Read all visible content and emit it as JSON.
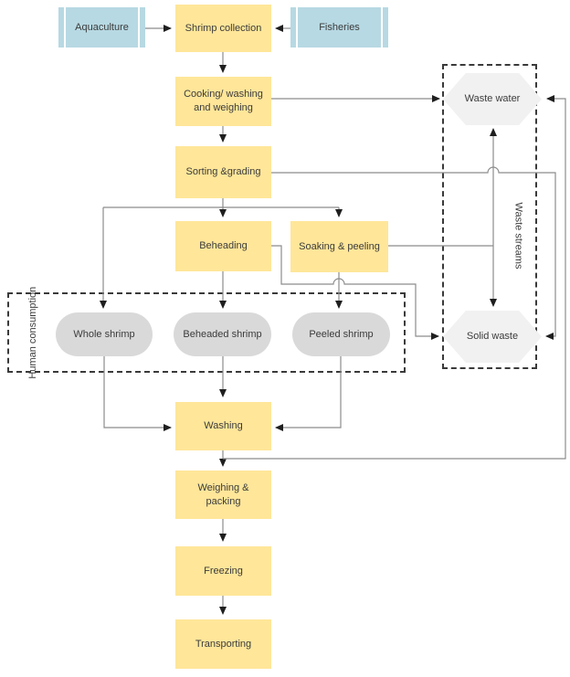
{
  "nodes": {
    "aquaculture": "Aquaculture",
    "fisheries": "Fisheries",
    "shrimp_collection": "Shrimp collection",
    "cooking": "Cooking/ washing and weighing",
    "sorting": "Sorting &grading",
    "beheading": "Beheading",
    "soaking": "Soaking & peeling",
    "whole_shrimp": "Whole shrimp",
    "beheaded_shrimp": "Beheaded shrimp",
    "peeled_shrimp": "Peeled shrimp",
    "waste_water": "Waste water",
    "solid_waste": "Solid waste",
    "washing": "Washing",
    "weighing": "Weighing & packing",
    "freezing": "Freezing",
    "transporting": "Transporting"
  },
  "groups": {
    "human_consumption": "Human consumption",
    "waste_streams": "Waste streams"
  },
  "colors": {
    "process": "#FFE699",
    "source": "#B7D9E3",
    "product": "#D9D9D9",
    "waste": "#F1F1F1",
    "connector": "#8C8C8C",
    "arrow": "#1F1F1F",
    "text": "#3B3B3B"
  }
}
